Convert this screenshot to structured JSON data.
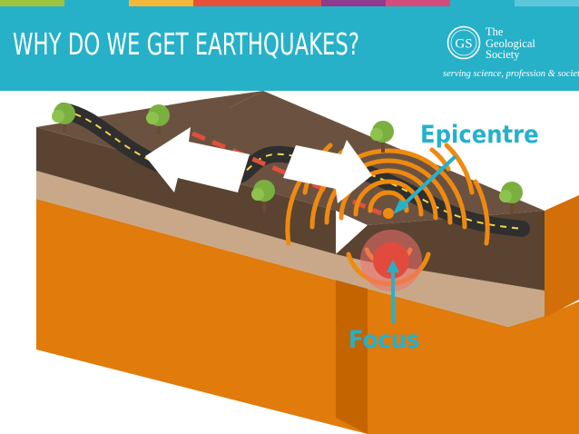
{
  "header": {
    "title": "WHY DO WE GET EARTHQUAKES?",
    "background_color": "#26b1c9",
    "stripe_colors": [
      "#9cc33c",
      "#26b1c9",
      "#f3b83a",
      "#e94f3b",
      "#8e3b8d",
      "#d44c7b",
      "#26b1c9",
      "#5cc7d8",
      "#2e74b5"
    ]
  },
  "logo": {
    "monogram": "GS",
    "name_lines": [
      "The",
      "Geological",
      "Society"
    ],
    "tagline": "serving science, profession & society"
  },
  "diagram": {
    "labels": {
      "epicentre": "Epicentre",
      "focus": "Focus"
    },
    "colors": {
      "label": "#26b1c9",
      "ground_surface": "#6b5240",
      "rock_layer": "#c8a888",
      "deep_layer": "#e07b0c",
      "fault_line": "#e0503a",
      "seismic_waves": "#ef8a10",
      "arrows": "#ffffff",
      "road": "#2f2f2f",
      "trees": "#7bb041"
    }
  }
}
